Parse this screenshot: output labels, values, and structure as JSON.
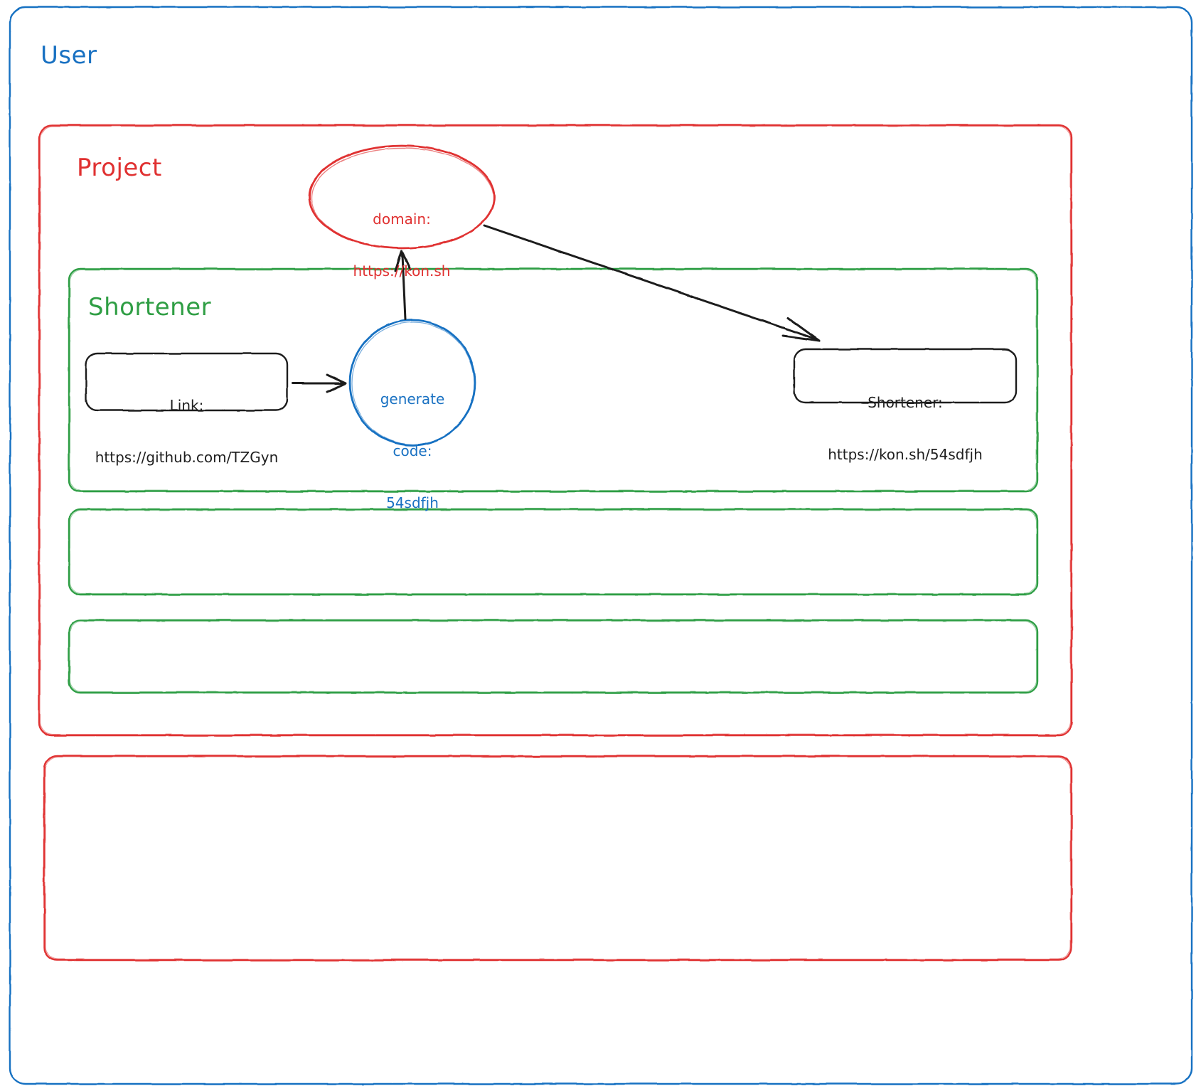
{
  "diagram": {
    "title_visible": false,
    "style": "hand-drawn-sketch",
    "colors": {
      "user_frame": "#1971c2",
      "project_frame": "#e03131",
      "shortener_frame": "#2f9e44",
      "node_stroke": "#1e1e1e",
      "circle_stroke": "#1971c2",
      "ellipse_stroke": "#e03131",
      "arrow": "#1e1e1e",
      "background": "#ffffff"
    },
    "frames": {
      "user": {
        "label": "User"
      },
      "project": {
        "label": "Project"
      },
      "shortener": {
        "label": "Shortener"
      },
      "green_empty_1": {
        "label": ""
      },
      "green_empty_2": {
        "label": ""
      },
      "red_empty_1": {
        "label": ""
      }
    },
    "nodes": {
      "domain_ellipse": {
        "line1": "domain:",
        "line2": "https://kon.sh"
      },
      "link_box": {
        "line1": "Link:",
        "line2": "https://github.com/TZGyn"
      },
      "generate_circle": {
        "line1": "generate",
        "line2": "code:",
        "line3": "54sdfjh"
      },
      "result_box": {
        "line1": "Shortener:",
        "line2": "https://kon.sh/54sdfjh"
      }
    },
    "arrows": [
      {
        "name": "link-to-generate",
        "from": "link_box",
        "to": "generate_circle"
      },
      {
        "name": "generate-to-domain",
        "from": "generate_circle",
        "to": "domain_ellipse"
      },
      {
        "name": "domain-to-result",
        "from": "domain_ellipse",
        "to": "result_box"
      }
    ]
  }
}
